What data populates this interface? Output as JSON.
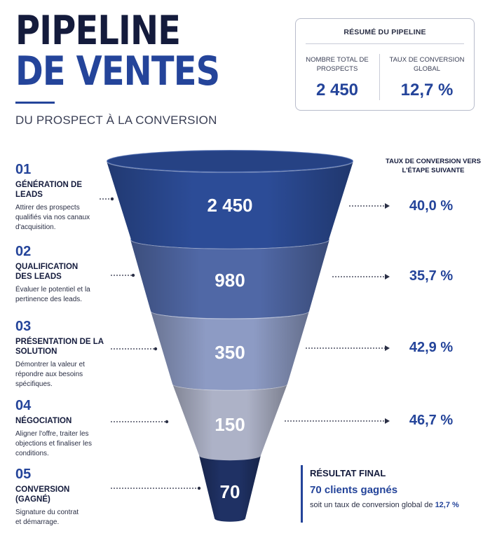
{
  "title": {
    "line1": "PIPELINE",
    "line2": "DE VENTES",
    "subtitle": "DU PROSPECT À LA CONVERSION"
  },
  "summary": {
    "heading": "RÉSUMÉ DU PIPELINE",
    "total_label": "NOMBRE TOTAL DE PROSPECTS",
    "total_value": "2 450",
    "rate_label": "TAUX DE CONVERSION GLOBAL",
    "rate_value": "12,7 %"
  },
  "side_heading": "TAUX DE CONVERSION VERS L'ÉTAPE SUIVANTE",
  "stages": [
    {
      "num": "01",
      "title": "GÉNÉRATION DE LEADS",
      "desc": "Attirer des prospects qualifiés via nos canaux d'acquisition.",
      "value": "2 450",
      "rate": "40,0 %",
      "color": "#2c4c97"
    },
    {
      "num": "02",
      "title": "QUALIFICATION DES LEADS",
      "desc": "Évaluer le potentiel et la pertinence des leads.",
      "value": "980",
      "rate": "35,7 %",
      "color": "#5068a6"
    },
    {
      "num": "03",
      "title": "PRÉSENTATION DE LA SOLUTION",
      "desc": "Démontrer la valeur et répondre aux besoins spécifiques.",
      "value": "350",
      "rate": "42,9 %",
      "color": "#8d9bc4"
    },
    {
      "num": "04",
      "title": "NÉGOCIATION",
      "desc": "Aligner l'offre, traiter les objections et finaliser les conditions.",
      "value": "150",
      "rate": "46,7 %",
      "color": "#adb2c7"
    },
    {
      "num": "05",
      "title": "CONVERSION (GAGNÉ)",
      "desc": "Signature du contrat et démarrage.",
      "value": "70",
      "color": "#1f3164"
    }
  ],
  "final": {
    "heading": "RÉSULTAT FINAL",
    "clients": "70 clients gagnés",
    "desc_prefix": "soit un taux de conversion global de ",
    "desc_value": "12,7 %"
  }
}
